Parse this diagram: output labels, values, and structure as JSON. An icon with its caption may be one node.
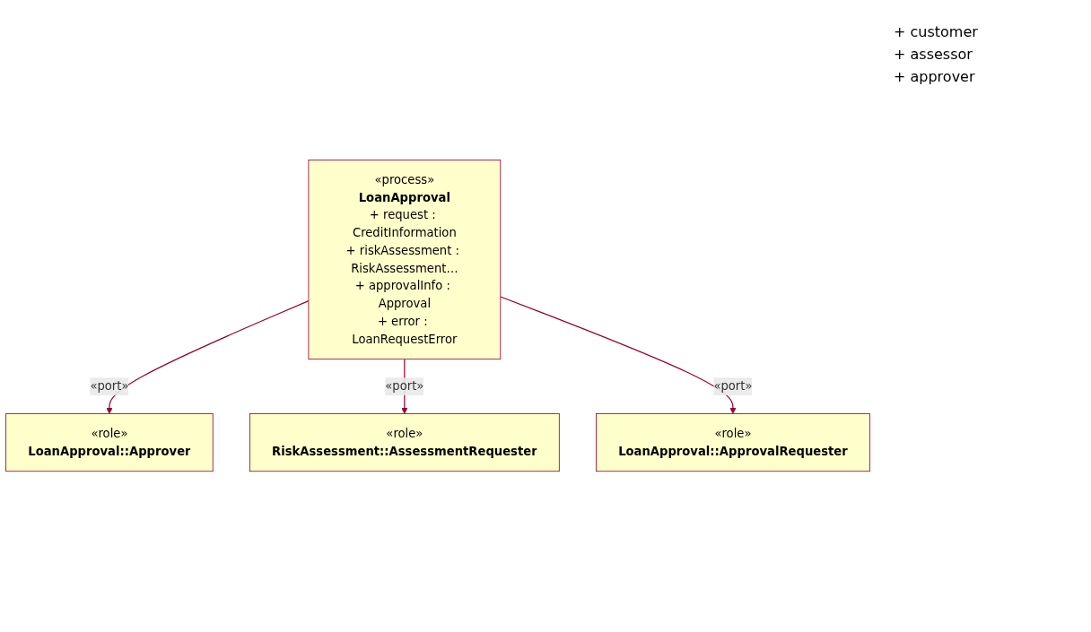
{
  "diagram": {
    "nodes": [
      {
        "text": [
          "«role»",
          "LoanApproval::Approver"
        ]
      },
      {
        "text": [
          "«process»",
          "LoanApproval",
          "+ request : CreditInformation",
          "+ riskAssessment : RiskAssessment…",
          "+ approvalInfo : Approval",
          "+ error : LoanRequestError"
        ]
      },
      {
        "text": [
          "«role»",
          "RiskAssessment::AssessmentRequester"
        ]
      },
      {
        "text": [
          "«role»",
          "LoanApproval::ApprovalRequester"
        ]
      }
    ],
    "edges": [
      {
        "from": 1,
        "to": 0,
        "arrow": "to",
        "label": "«port»"
      },
      {
        "from": 1,
        "to": 2,
        "arrow": "to",
        "label": "«port»"
      },
      {
        "from": 1,
        "to": 3,
        "arrow": "to",
        "label": "«port»"
      }
    ],
    "labels": [
      "+ customer",
      "+ assessor",
      "+ approver"
    ]
  }
}
